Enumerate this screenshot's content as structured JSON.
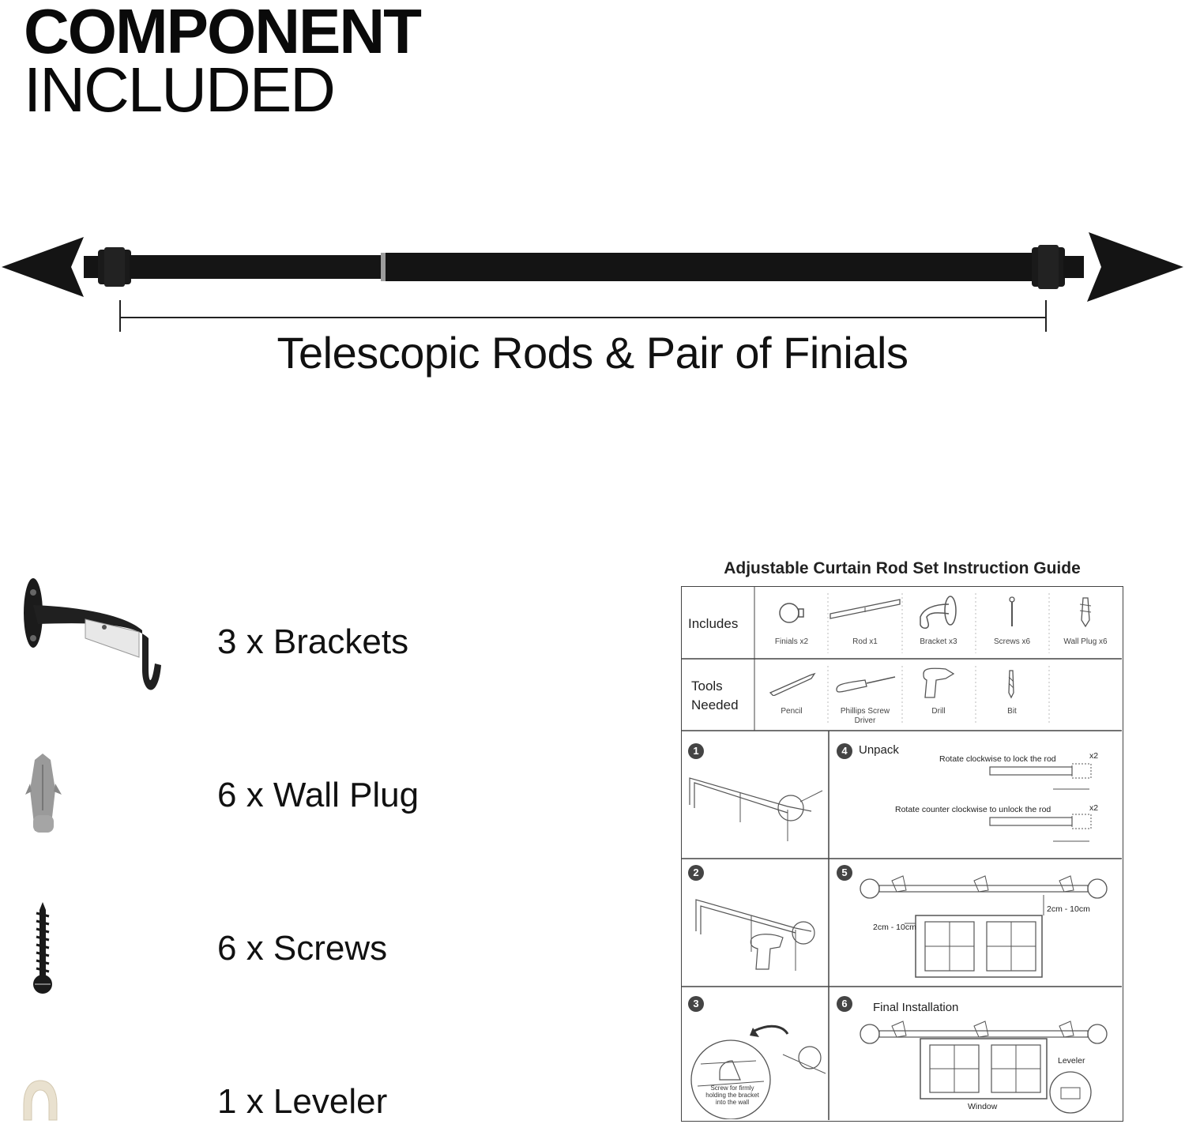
{
  "header": {
    "title_line1": "COMPONENT",
    "title_line2": "INCLUDED"
  },
  "rod": {
    "caption": "Telescopic Rods & Pair of Finials"
  },
  "parts": [
    {
      "label": "3 x Brackets",
      "icon": "bracket-icon"
    },
    {
      "label": "6 x Wall Plug",
      "icon": "wall-plug-icon"
    },
    {
      "label": "6 x Screws",
      "icon": "screw-icon"
    },
    {
      "label": "1 x Leveler",
      "icon": "leveler-icon"
    }
  ],
  "guide": {
    "title": "Adjustable Curtain Rod Set Instruction Guide",
    "includes_label": "Includes",
    "includes": [
      "Finials x2",
      "Rod x1",
      "Bracket x3",
      "Screws x6",
      "Wall Plug x6"
    ],
    "tools_label_1": "Tools",
    "tools_label_2": "Needed",
    "tools": [
      "Pencil",
      "Phillips Screw",
      "Driver",
      "Drill",
      "Bit"
    ],
    "steps": {
      "s1": "1",
      "s2": "2",
      "s3": "3",
      "s4": "4",
      "s4_title": "Unpack",
      "s4_note_lock": "Rotate clockwise to lock the rod",
      "s4_note_unlock": "Rotate counter clockwise to unlock the rod",
      "x2": "x2",
      "s5": "5",
      "s5_dim_a": "2cm - 10cm",
      "s5_dim_b": "2cm - 10cm",
      "s6": "6",
      "s6_title": "Final Installation",
      "s6_leveler": "Leveler",
      "s6_window": "Window",
      "s3_note_1": "Screw for firmly",
      "s3_note_2": "holding the bracket",
      "s3_note_3": "into the wall"
    }
  },
  "colors": {
    "rod": "#141414",
    "accent_tan": "#e9e1cf",
    "plug_gray": "#9a9a9a",
    "line": "#444444"
  }
}
